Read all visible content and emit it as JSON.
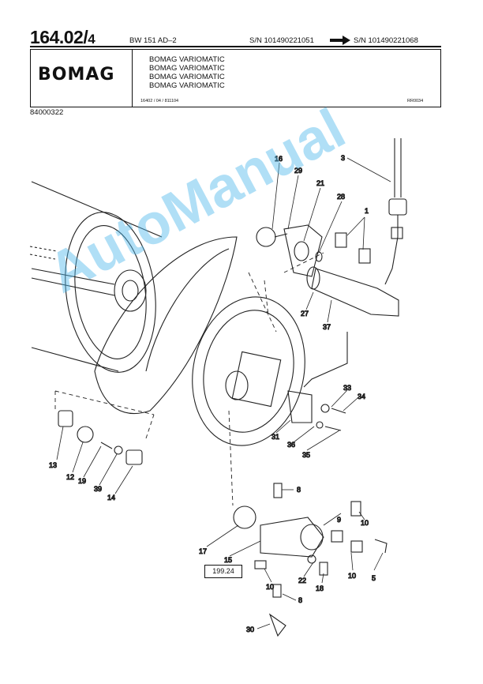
{
  "header": {
    "group_number": "164.02/",
    "page_suffix": "4",
    "model": "BW 151 AD–2",
    "serial_from": "S/N 101490221051",
    "serial_to": "S/N 101490221068"
  },
  "title_block": {
    "logo_text": "BOMAG",
    "lines": [
      "BOMAG VARIOMATIC",
      "BOMAG VARIOMATIC",
      "BOMAG VARIOMATIC",
      "BOMAG VARIOMATIC"
    ],
    "footer_left": "16402 / 04 / 811104",
    "footer_right": "RR0034"
  },
  "document_number": "84000322",
  "reference_box": "199.24",
  "watermark_text": "AutoManual",
  "callouts": [
    "1",
    "3",
    "5",
    "8",
    "8",
    "9",
    "10",
    "10",
    "10",
    "12",
    "13",
    "14",
    "15",
    "16",
    "17",
    "18",
    "19",
    "21",
    "22",
    "27",
    "28",
    "29",
    "30",
    "31",
    "33",
    "34",
    "35",
    "36",
    "37",
    "39"
  ]
}
